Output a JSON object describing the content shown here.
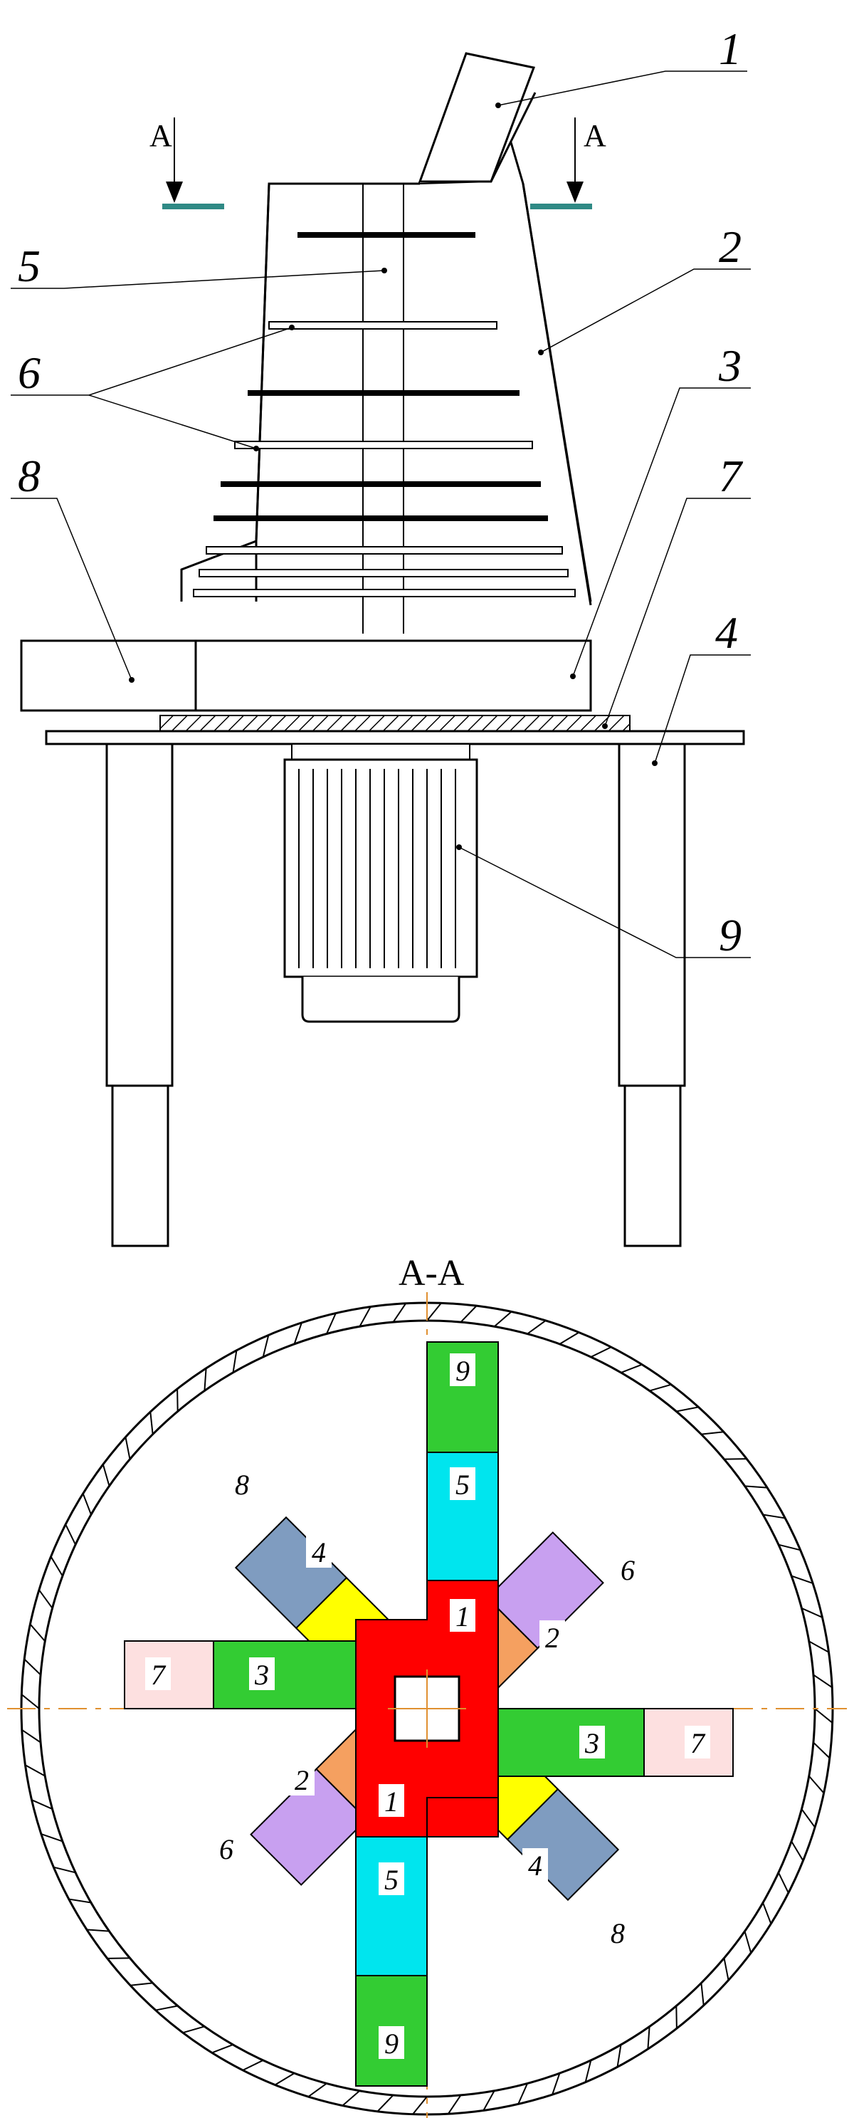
{
  "diagram": {
    "callouts": [
      "1",
      "2",
      "3",
      "4",
      "5",
      "6",
      "7",
      "8",
      "9"
    ],
    "section_marker": "A",
    "section_title": "A-A"
  },
  "blades": [
    {
      "label": "9",
      "color": "#33cc33"
    },
    {
      "label": "5",
      "color": "#00e5ee"
    },
    {
      "label": "1",
      "color": "#ff0000"
    },
    {
      "label": "4",
      "color": "#ffff00"
    },
    {
      "label": "8",
      "color": "#7f9cc0"
    },
    {
      "label": "2",
      "color": "#f5a060"
    },
    {
      "label": "6",
      "color": "#c8a0f0"
    },
    {
      "label": "3",
      "color": "#33cc33"
    },
    {
      "label": "7",
      "color": "#fde0e0"
    }
  ],
  "colors": {
    "section_mark": "#2f8a85",
    "axis": "#e09030",
    "line": "#000000"
  }
}
